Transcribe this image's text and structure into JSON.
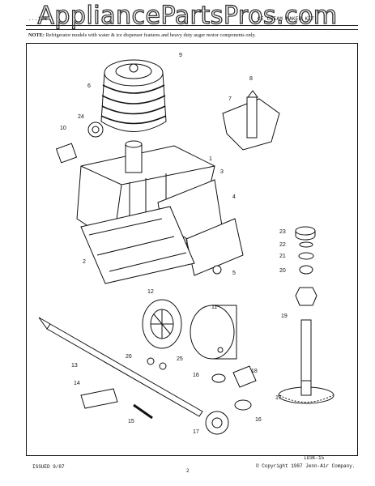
{
  "watermark": "AppliancePartsPros.com",
  "header": {
    "left": "...106",
    "right": "CE CREAM MAKER KIT"
  },
  "note": {
    "prefix": "NOTE:",
    "text": "Refrigerator models with water & ice dispenser features and heavy duty auger motor components only."
  },
  "labels": [
    "1",
    "2",
    "3",
    "4",
    "5",
    "6",
    "7",
    "8",
    "9",
    "10",
    "11",
    "12",
    "13",
    "14",
    "15",
    "16",
    "16",
    "17",
    "17",
    "18",
    "19",
    "20",
    "21",
    "22",
    "23",
    "24",
    "25",
    "26"
  ],
  "footer": {
    "issued": "ISSUED 9/87",
    "page": "2",
    "code": "ID3K-15",
    "copyright": "Copyright 1987 Jenn-Air Company."
  }
}
